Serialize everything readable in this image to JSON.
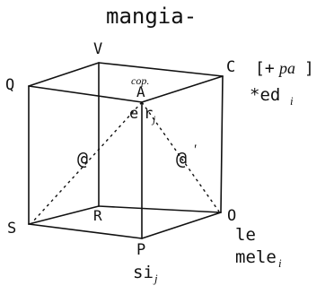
{
  "title": "mangia-",
  "vertices": {
    "V": "V",
    "Q": "Q",
    "C": "C",
    "A": "A",
    "S": "S",
    "R": "R",
    "O": "O",
    "P": "P"
  },
  "annotations": {
    "cop": "cop.",
    "e": "e",
    "r": "r",
    "r_sub": "j",
    "at": "@",
    "at_prime": "@",
    "prime": "'",
    "feature_open": "[+",
    "feature_pa": "pa",
    "feature_close": "]",
    "ed": "*ed",
    "ed_sub": "i",
    "le": "le",
    "mele": "mele",
    "mele_sub": "i",
    "si": "si",
    "si_sub": "j"
  }
}
